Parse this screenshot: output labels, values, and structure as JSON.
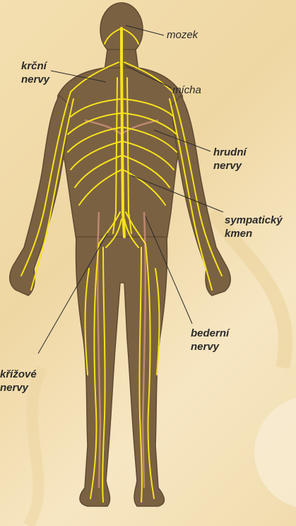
{
  "labels": {
    "mozek": "mozek",
    "krcni_line1": "krční",
    "krcni_line2": "nervy",
    "micha": "mícha",
    "hrudni_line1": "hrudní",
    "hrudni_line2": "nervy",
    "sympaticky_line1": "sympatický",
    "sympaticky_line2": "kmen",
    "bederni_line1": "bederní",
    "bederni_line2": "nervy",
    "krizove_line1": "křížové",
    "krizove_line2": "nervy"
  },
  "colors": {
    "background": "#f1dcae",
    "body": "#7a6142",
    "nerve": "#f7e21b",
    "vessel": "#c98f7a"
  }
}
